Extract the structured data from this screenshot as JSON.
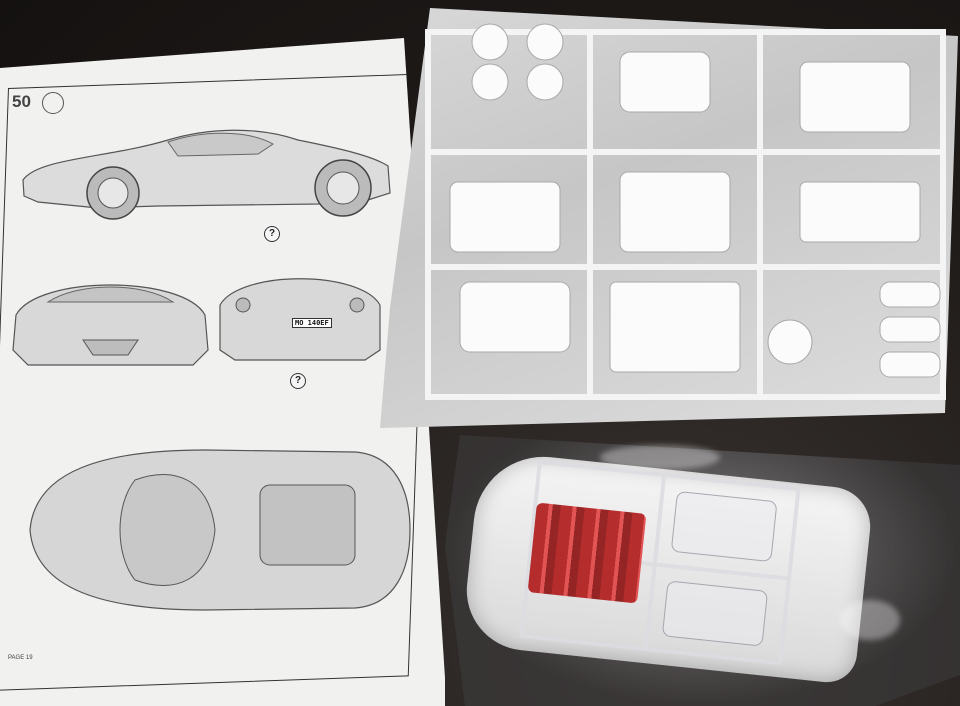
{
  "photo": {
    "subject": "model car kit contents",
    "colors": {
      "tabletop": "#1d1a18",
      "paper": "#f1f1f0",
      "plastic": "#d0d0d0",
      "clear_lens_red": "#b01818"
    }
  },
  "instruction_sheet": {
    "step_number": "50",
    "license_plate": "MO 140EF",
    "page_label": "PAGE 19",
    "help_symbol": "?"
  }
}
